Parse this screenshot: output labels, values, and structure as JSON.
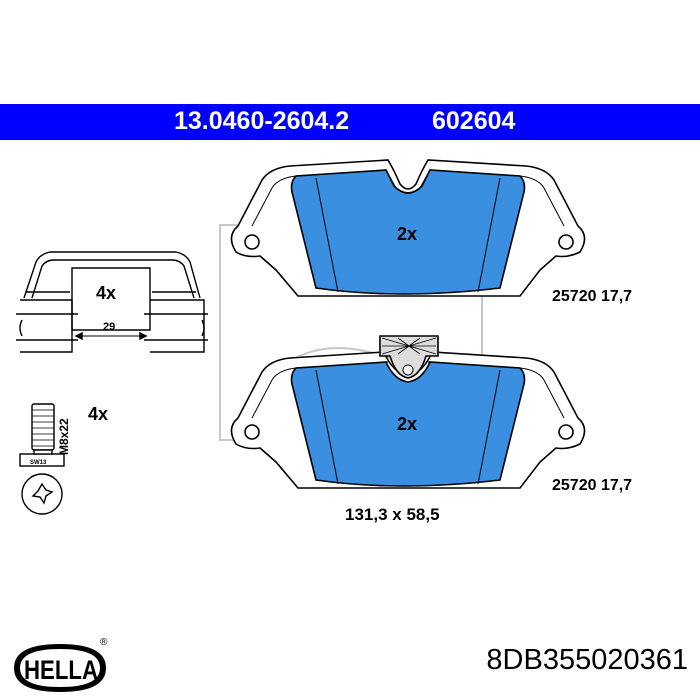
{
  "header": {
    "article_number": "13.0460-2604.2",
    "short_code": "602604"
  },
  "pads": {
    "quantity_top": "2x",
    "quantity_bottom": "2x",
    "spec_top": "25720 17,7",
    "spec_bottom": "25720 17,7",
    "dimensions": "131,3 x 58,5"
  },
  "clip": {
    "quantity": "4x",
    "width_dim": "29"
  },
  "bolt": {
    "quantity": "4x",
    "thread": "M8x22",
    "head_marking": "SW13"
  },
  "brand": {
    "logo_text": "HELLA",
    "registered": "®",
    "part_number": "8DB355020361"
  },
  "colors": {
    "banner": "#0000ff",
    "pad_fill": "#3a8fe0",
    "outline": "#000000"
  }
}
